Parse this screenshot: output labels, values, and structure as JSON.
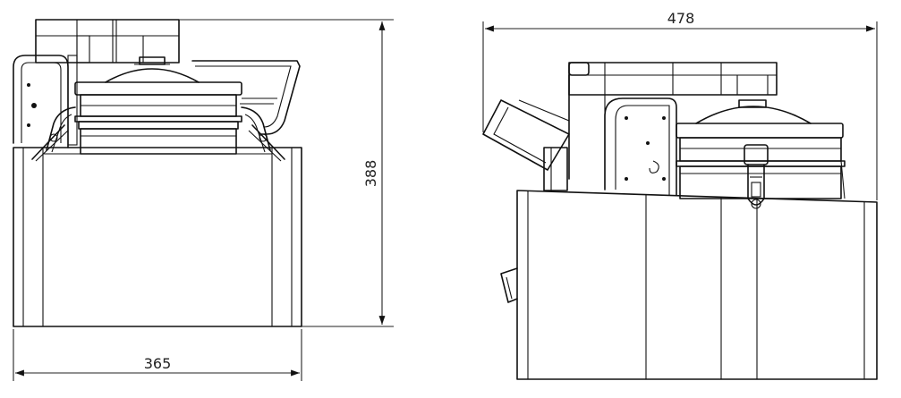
{
  "dimensions": {
    "front_width": "365",
    "front_height": "388",
    "side_width": "478"
  }
}
